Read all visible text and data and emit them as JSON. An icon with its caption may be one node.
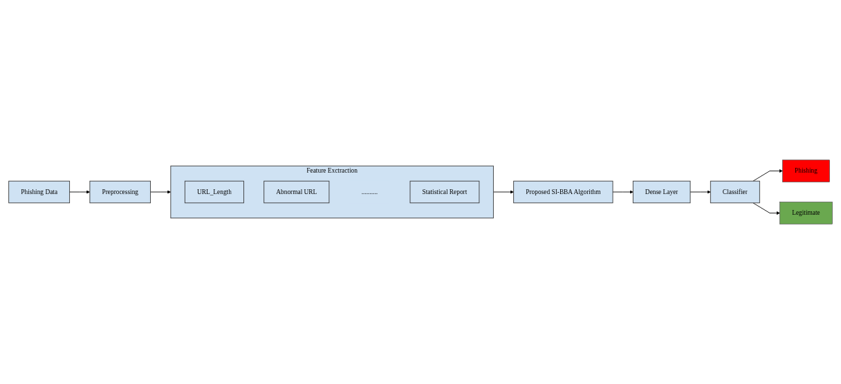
{
  "diagram": {
    "nodes": [
      {
        "text": [
          "Phishing Data"
        ]
      },
      {
        "text": [
          "Preprocessing"
        ]
      },
      {
        "text": [
          "Feature Exctraction"
        ]
      },
      {
        "text": [
          "URL_Length"
        ],
        "in": 2
      },
      {
        "text": [
          "Abnormal URL"
        ],
        "in": 2
      },
      {
        "text": [
          ".........."
        ],
        "in": 2
      },
      {
        "text": [
          "Statistical Report"
        ],
        "in": 2
      },
      {
        "text": [
          "Proposed SI-BBA Algorithm"
        ]
      },
      {
        "text": [
          "Dense Layer"
        ]
      },
      {
        "text": [
          "Classifier"
        ]
      },
      {
        "text": [
          "Phishing"
        ]
      },
      {
        "text": [
          "Legitimate"
        ]
      }
    ],
    "edges": [
      {
        "from": 0,
        "to": 1,
        "arrow": "to"
      },
      {
        "from": 1,
        "to": 2,
        "arrow": "to"
      },
      {
        "from": 2,
        "to": 7,
        "arrow": "to"
      },
      {
        "from": 7,
        "to": 8,
        "arrow": "to"
      },
      {
        "from": 8,
        "to": 9,
        "arrow": "to"
      },
      {
        "from": 9,
        "to": 10,
        "arrow": "to"
      },
      {
        "from": 9,
        "to": 11,
        "arrow": "to"
      }
    ]
  }
}
